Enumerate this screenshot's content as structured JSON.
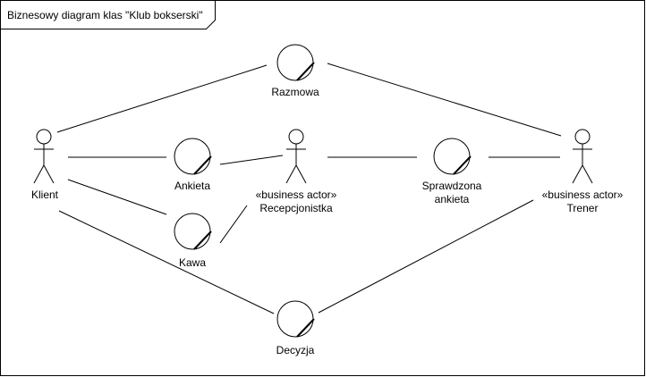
{
  "frame": {
    "title": "Biznesowy diagram klas \"Klub bokserski\""
  },
  "actors": {
    "klient": {
      "name": "Klient"
    },
    "recepcjonistka": {
      "stereotype": "«business actor»",
      "name": "Recepcjonistka"
    },
    "trener": {
      "stereotype": "«business actor»",
      "name": "Trener"
    }
  },
  "entities": {
    "razmowa": {
      "name": "Razmowa"
    },
    "ankieta": {
      "name": "Ankieta"
    },
    "kawa": {
      "name": "Kawa"
    },
    "sprawdzona": {
      "line1": "Sprawdzona",
      "line2": "ankieta"
    },
    "decyzja": {
      "name": "Decyzja"
    }
  }
}
